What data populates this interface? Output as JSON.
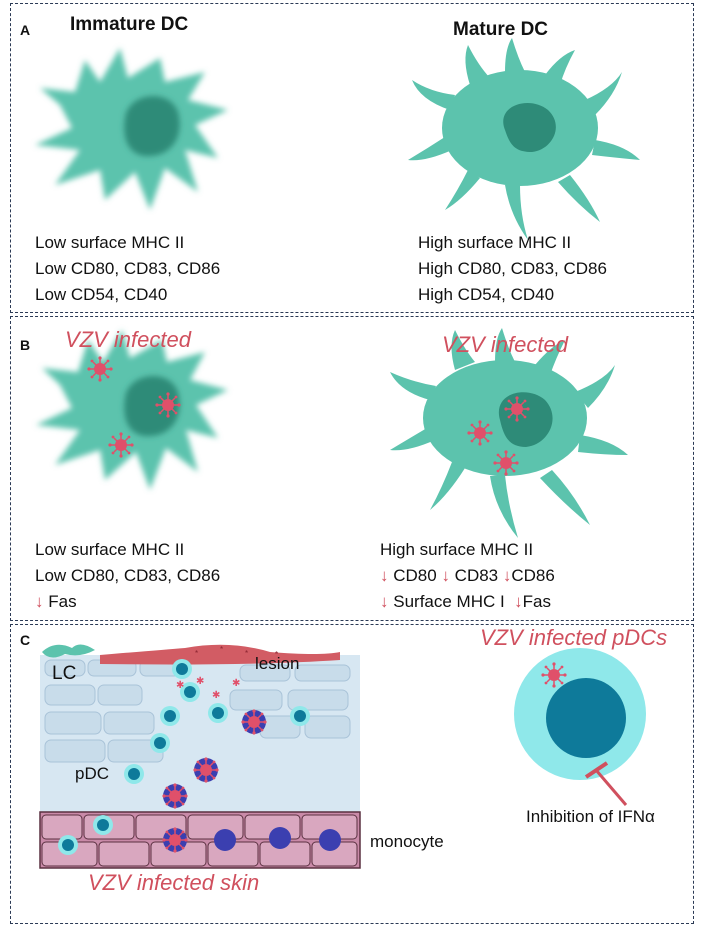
{
  "panel_a": {
    "label": "A",
    "immature_title": "Immature DC",
    "mature_title": "Mature DC",
    "immature_lines": [
      "Low surface MHC II",
      "Low CD80, CD83, CD86",
      "Low CD54, CD40"
    ],
    "mature_lines": [
      "High surface MHC II",
      "High CD80, CD83, CD86",
      "High CD54, CD40"
    ]
  },
  "panel_b": {
    "label": "B",
    "left_title": "VZV infected",
    "right_title": "VZV infected",
    "left_lines": [
      "Low surface MHC II",
      "Low CD80, CD83, CD86",
      "Fas"
    ],
    "right_line1": "High surface MHC II",
    "right_cd80": "CD80",
    "right_cd83": "CD83",
    "right_cd86": "CD86",
    "right_mhc1": "Surface MHC I",
    "right_fas": "Fas",
    "down_arrow": "↓"
  },
  "panel_c": {
    "label": "C",
    "lc": "LC",
    "lesion": "lesion",
    "pdc": "pDC",
    "monocyte": "monocyte",
    "skin_title": "VZV infected skin",
    "pdcs_title": "VZV infected pDCs",
    "inhibition": "Inhibition of IFNα"
  },
  "colors": {
    "dc": "#5cc3ad",
    "nucleus": "#2e8b78",
    "virus": "#e0506a",
    "accent_red": "#d0505e",
    "pdc_outer": "#8fe8ea",
    "pdc_inner": "#0e7a9a",
    "monocyte": "#3b3fb0",
    "vessel": "#c98aa8"
  }
}
